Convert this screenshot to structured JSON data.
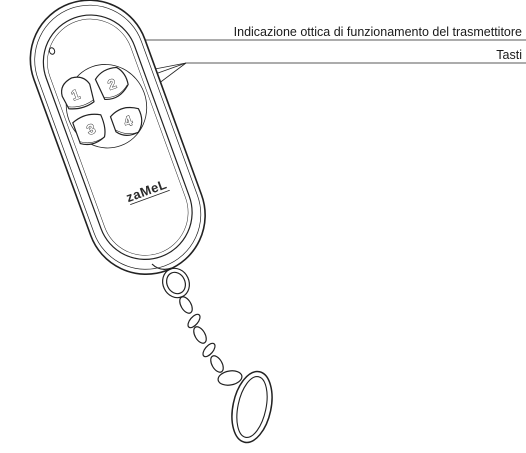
{
  "callouts": {
    "led_label": "Indicazione ottica di funzionamento del trasmettitore",
    "buttons_label": "Tasti"
  },
  "remote": {
    "brand_logo": "zaMeL",
    "buttons": [
      {
        "label": "1"
      },
      {
        "label": "2"
      },
      {
        "label": "3"
      },
      {
        "label": "4"
      }
    ]
  },
  "colors": {
    "line": "#222222",
    "body_fill": "#ffffff",
    "ring_shade": "#f2f2f2"
  }
}
